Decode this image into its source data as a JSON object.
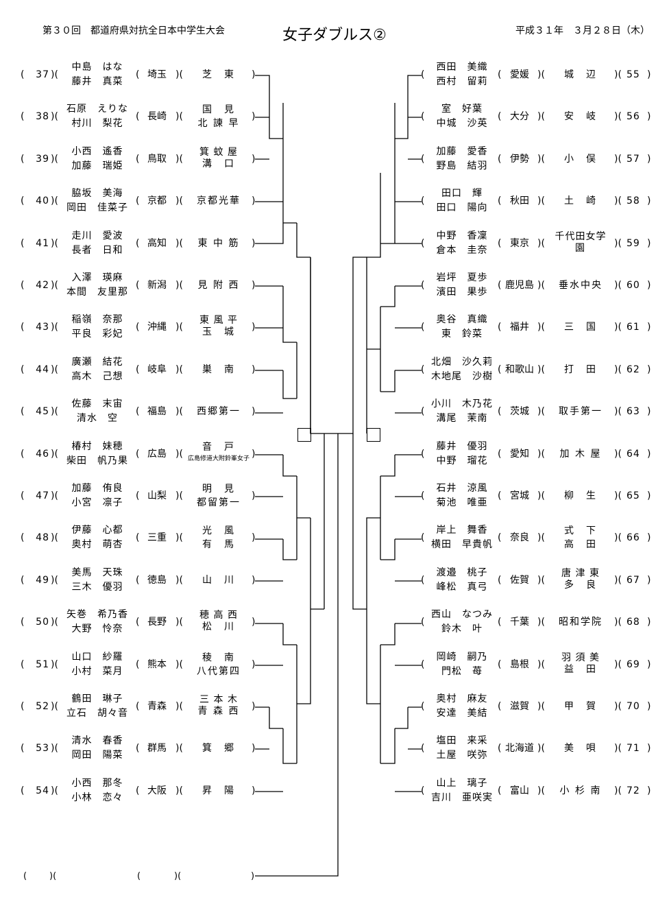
{
  "header": {
    "event": "第３０回　都道府県対抗全日本中学生大会",
    "title": "女子ダブルス②",
    "date": "平成３１年　３月２８日（木）"
  },
  "left_entries": [
    {
      "seed": "37",
      "p1": "中島　はな",
      "p2": "藤井　真菜",
      "pref": "埼玉",
      "team": [
        "芝　東"
      ]
    },
    {
      "seed": "38",
      "p1": "石原　えりな",
      "p2": "村川　梨花",
      "pref": "長崎",
      "team": [
        "国　見",
        "北 諫 早"
      ]
    },
    {
      "seed": "39",
      "p1": "小西　遙香",
      "p2": "加藤　瑞姫",
      "pref": "鳥取",
      "team": [
        "箕 蚊 屋",
        "溝　口"
      ]
    },
    {
      "seed": "40",
      "p1": "脇坂　美海",
      "p2": "岡田　佳菜子",
      "pref": "京都",
      "team": [
        "京都光華"
      ]
    },
    {
      "seed": "41",
      "p1": "走川　愛波",
      "p2": "長者　日和",
      "pref": "高知",
      "team": [
        "東 中 筋"
      ]
    },
    {
      "seed": "42",
      "p1": "入澤　瑛麻",
      "p2": "本間　友里那",
      "pref": "新潟",
      "team": [
        "見 附 西"
      ]
    },
    {
      "seed": "43",
      "p1": "稲嶺　奈那",
      "p2": "平良　彩妃",
      "pref": "沖縄",
      "team": [
        "東 風 平",
        "玉　城"
      ]
    },
    {
      "seed": "44",
      "p1": "廣瀬　結花",
      "p2": "高木　己想",
      "pref": "岐阜",
      "team": [
        "巣　南"
      ]
    },
    {
      "seed": "45",
      "p1": "佐藤　末宙",
      "p2": "清水　空",
      "pref": "福島",
      "team": [
        "西郷第一"
      ]
    },
    {
      "seed": "46",
      "p1": "椿村　妹穂",
      "p2": "柴田　帆乃果",
      "pref": "広島",
      "team": [
        "音　戸",
        "広島修道大附鈴峯女子"
      ]
    },
    {
      "seed": "47",
      "p1": "加藤　侑良",
      "p2": "小宮　凛子",
      "pref": "山梨",
      "team": [
        "明　見",
        "都留第一"
      ]
    },
    {
      "seed": "48",
      "p1": "伊藤　心都",
      "p2": "奥村　萌杏",
      "pref": "三重",
      "team": [
        "光　風",
        "有　馬"
      ]
    },
    {
      "seed": "49",
      "p1": "美馬　天珠",
      "p2": "三木　優羽",
      "pref": "徳島",
      "team": [
        "山　川"
      ]
    },
    {
      "seed": "50",
      "p1": "矢巻　希乃香",
      "p2": "大野　怜奈",
      "pref": "長野",
      "team": [
        "穂 高 西",
        "松　川"
      ]
    },
    {
      "seed": "51",
      "p1": "山口　紗羅",
      "p2": "小村　菜月",
      "pref": "熊本",
      "team": [
        "稜　南",
        "八代第四"
      ]
    },
    {
      "seed": "52",
      "p1": "鶴田　琳子",
      "p2": "立石　胡々音",
      "pref": "青森",
      "team": [
        "三 本 木",
        "青 森 西"
      ]
    },
    {
      "seed": "53",
      "p1": "清水　春香",
      "p2": "岡田　陽菜",
      "pref": "群馬",
      "team": [
        "箕　郷"
      ]
    },
    {
      "seed": "54",
      "p1": "小西　那冬",
      "p2": "小林　恋々",
      "pref": "大阪",
      "team": [
        "昇　陽"
      ]
    }
  ],
  "right_entries": [
    {
      "seed": "55",
      "p1": "西田　美織",
      "p2": "西村　留莉",
      "pref": "愛媛",
      "team": [
        "城　辺"
      ]
    },
    {
      "seed": "56",
      "p1": "室　好葉",
      "p2": "中城　沙英",
      "pref": "大分",
      "team": [
        "安　岐"
      ]
    },
    {
      "seed": "57",
      "p1": "加藤　愛香",
      "p2": "野島　結羽",
      "pref": "伊勢",
      "team": [
        "小　俣"
      ]
    },
    {
      "seed": "58",
      "p1": "田口　輝",
      "p2": "田口　陽向",
      "pref": "秋田",
      "team": [
        "土　崎"
      ]
    },
    {
      "seed": "59",
      "p1": "中野　香凜",
      "p2": "倉本　圭奈",
      "pref": "東京",
      "team": [
        "千代田女学",
        "園"
      ]
    },
    {
      "seed": "60",
      "p1": "岩坪　夏歩",
      "p2": "濱田　果歩",
      "pref": "鹿児島",
      "team": [
        "垂水中央"
      ]
    },
    {
      "seed": "61",
      "p1": "奥谷　真織",
      "p2": "東　鈴菜",
      "pref": "福井",
      "team": [
        "三　国"
      ]
    },
    {
      "seed": "62",
      "p1": "北畑　沙久莉",
      "p2": "木地尾　沙樹",
      "pref": "和歌山",
      "team": [
        "打　田"
      ]
    },
    {
      "seed": "63",
      "p1": "小川　木乃花",
      "p2": "溝尾　茉南",
      "pref": "茨城",
      "team": [
        "取手第一"
      ]
    },
    {
      "seed": "64",
      "p1": "藤井　優羽",
      "p2": "中野　瑠花",
      "pref": "愛知",
      "team": [
        "加 木 屋"
      ]
    },
    {
      "seed": "65",
      "p1": "石井　涼風",
      "p2": "菊池　唯亜",
      "pref": "宮城",
      "team": [
        "柳　生"
      ]
    },
    {
      "seed": "66",
      "p1": "岸上　舞香",
      "p2": "横田　早貴帆",
      "pref": "奈良",
      "team": [
        "式　下",
        "高　田"
      ]
    },
    {
      "seed": "67",
      "p1": "渡邉　桃子",
      "p2": "峰松　真弓",
      "pref": "佐賀",
      "team": [
        "唐 津 東",
        "多　良"
      ]
    },
    {
      "seed": "68",
      "p1": "西山　なつみ",
      "p2": "鈴木　叶",
      "pref": "千葉",
      "team": [
        "昭和学院"
      ]
    },
    {
      "seed": "69",
      "p1": "岡崎　嗣乃",
      "p2": "門松　苺",
      "pref": "島根",
      "team": [
        "羽 須 美",
        "益　田"
      ]
    },
    {
      "seed": "70",
      "p1": "奥村　麻友",
      "p2": "安達　美結",
      "pref": "滋賀",
      "team": [
        "甲　賀"
      ]
    },
    {
      "seed": "71",
      "p1": "塩田　来采",
      "p2": "土屋　咲弥",
      "pref": "北海道",
      "team": [
        "美　唄"
      ]
    },
    {
      "seed": "72",
      "p1": "山上　璃子",
      "p2": "吉川　亜咲実",
      "pref": "富山",
      "team": [
        "小 杉 南"
      ]
    }
  ],
  "paren_open": "(",
  "paren_close": ")",
  "paren_close_open": ")("
}
